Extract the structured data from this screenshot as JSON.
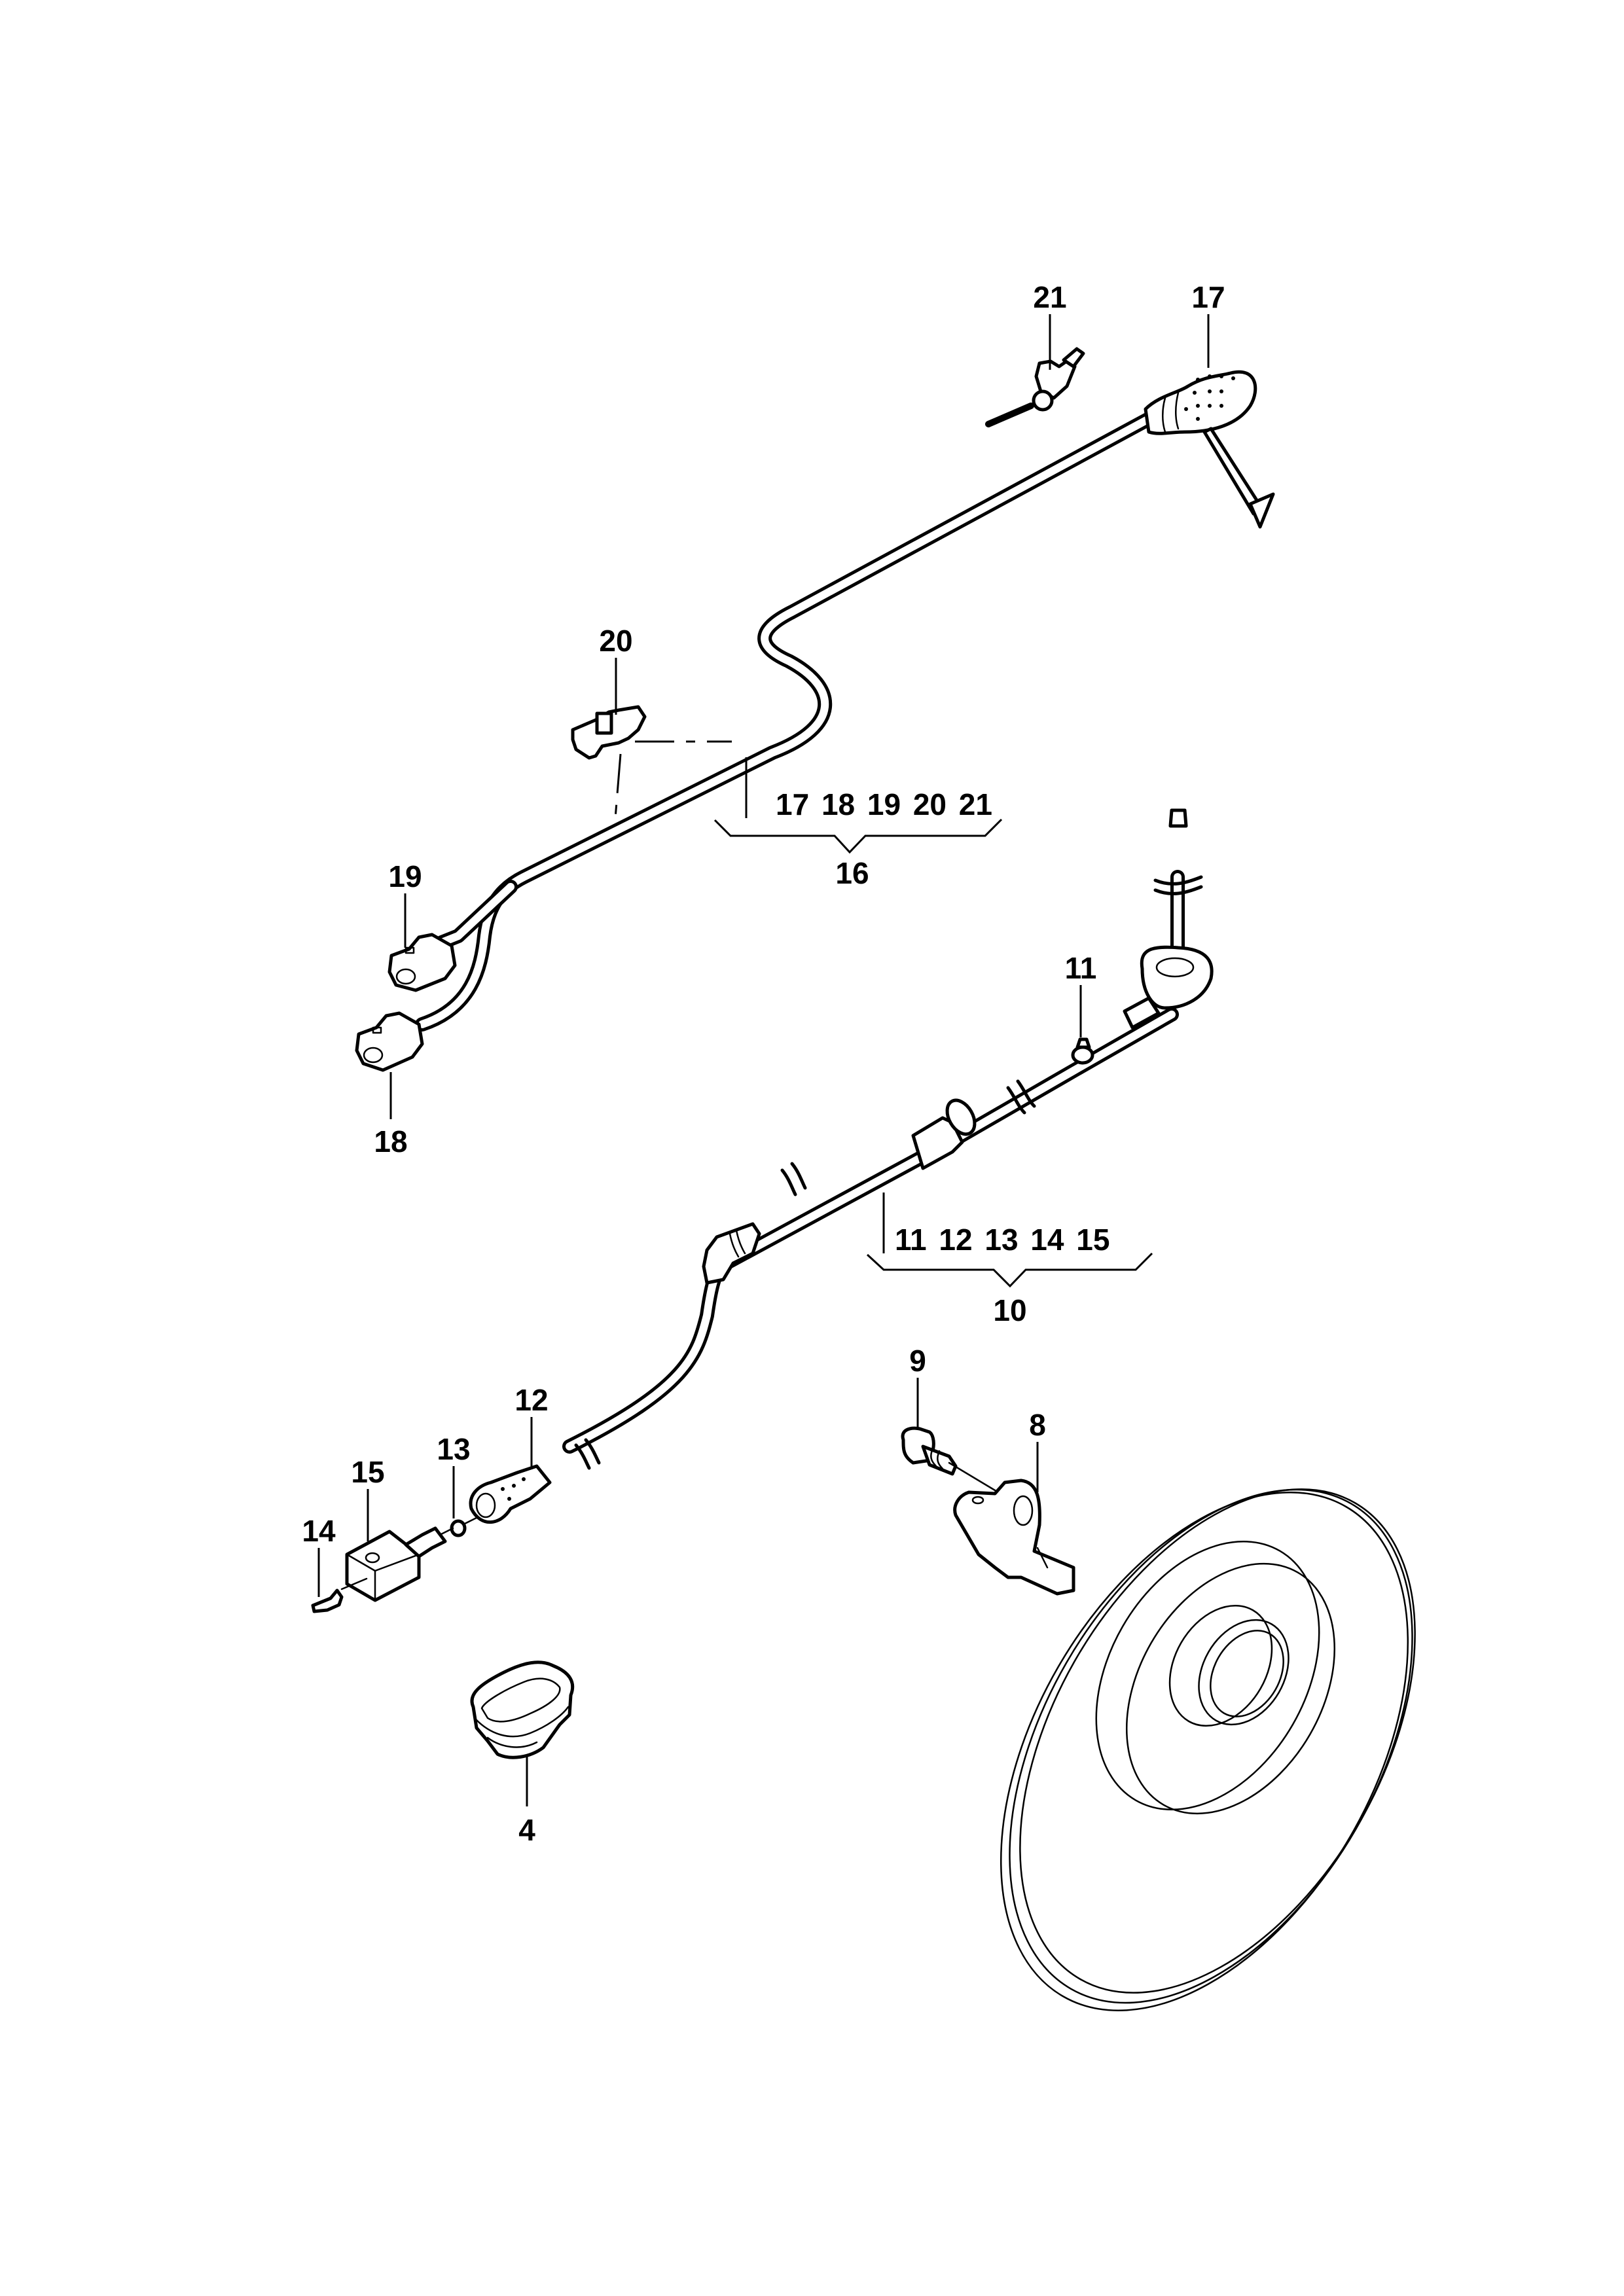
{
  "diagram": {
    "title": "ABS wheel speed sensor wiring and brake disc - exploded parts view",
    "colors": {
      "line": "#000000",
      "background": "#ffffff"
    },
    "callouts": {
      "c4": "4",
      "c8": "8",
      "c9": "9",
      "c10": "10",
      "c11": "11",
      "c12": "12",
      "c13": "13",
      "c14": "14",
      "c15": "15",
      "c16": "16",
      "c17": "17",
      "c18": "18",
      "c19": "19",
      "c20": "20",
      "c21": "21"
    },
    "groups": {
      "harness_assembly": {
        "parent": "16",
        "children_text": "17 18 19 20 21",
        "children": [
          "17",
          "18",
          "19",
          "20",
          "21"
        ]
      },
      "sensor_assembly": {
        "parent": "10",
        "children_text": "11 12 13 14 15",
        "children": [
          "11",
          "12",
          "13",
          "14",
          "15"
        ]
      }
    },
    "parts": [
      {
        "id": "4",
        "name": "grommet"
      },
      {
        "id": "8",
        "name": "wheel speed sensor"
      },
      {
        "id": "9",
        "name": "bolt"
      },
      {
        "id": "10",
        "name": "sensor cable assembly"
      },
      {
        "id": "11",
        "name": "clip"
      },
      {
        "id": "12",
        "name": "cable connector"
      },
      {
        "id": "13",
        "name": "seal"
      },
      {
        "id": "14",
        "name": "pin"
      },
      {
        "id": "15",
        "name": "connector housing"
      },
      {
        "id": "16",
        "name": "wiring harness assembly"
      },
      {
        "id": "17",
        "name": "grommet boot"
      },
      {
        "id": "18",
        "name": "connector"
      },
      {
        "id": "19",
        "name": "connector"
      },
      {
        "id": "20",
        "name": "bracket"
      },
      {
        "id": "21",
        "name": "cable clip"
      },
      {
        "id": "disc",
        "name": "brake disc"
      }
    ]
  }
}
